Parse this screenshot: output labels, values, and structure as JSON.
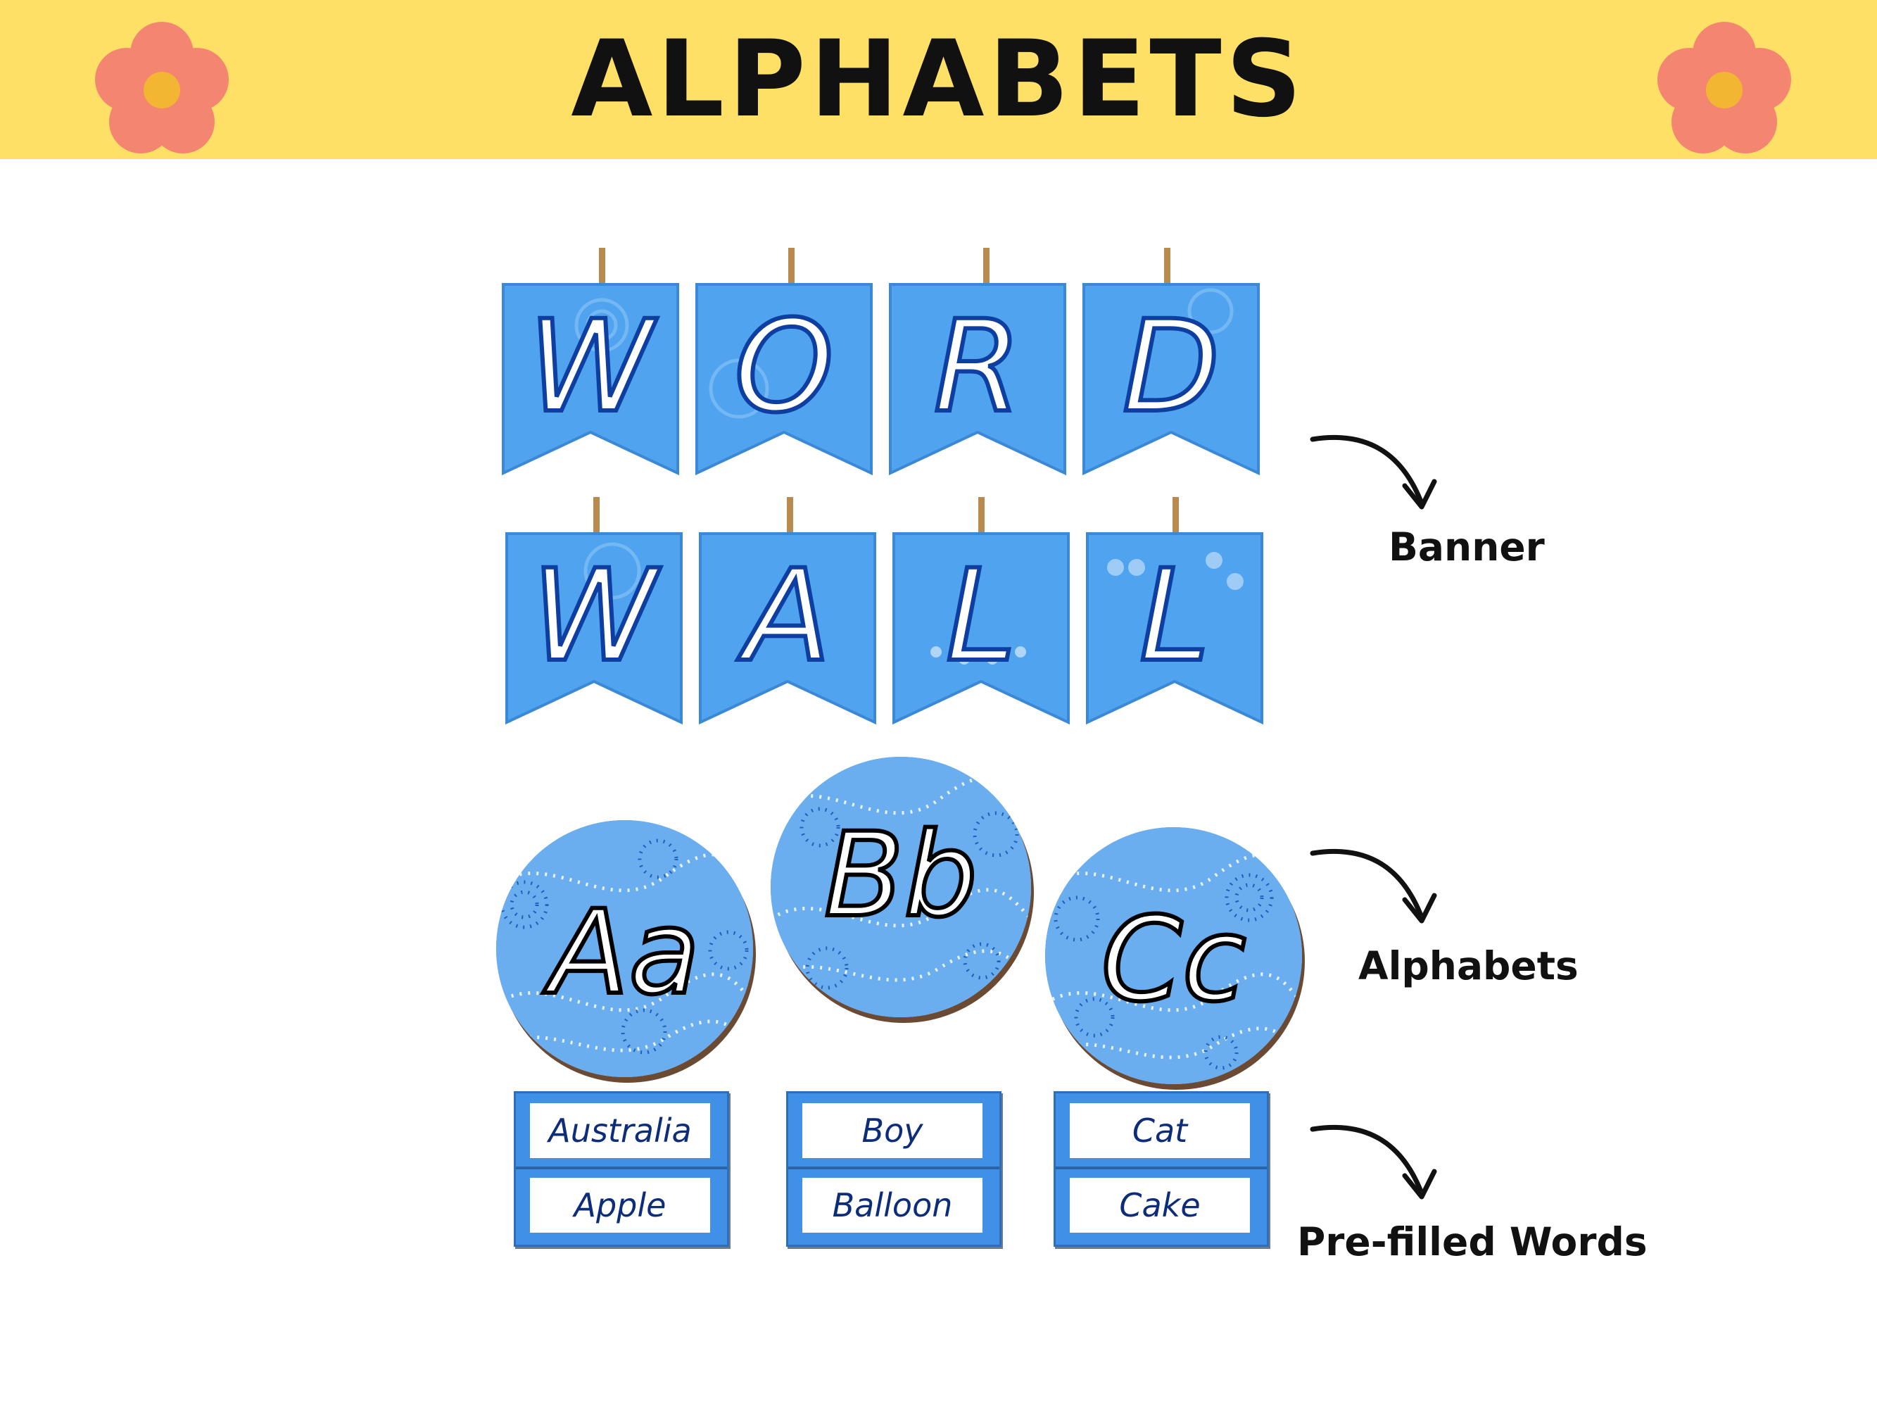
{
  "header": {
    "title": "ALPHABETS"
  },
  "banner": {
    "row1": [
      "W",
      "O",
      "R",
      "D"
    ],
    "row2": [
      "W",
      "A",
      "L",
      "L"
    ]
  },
  "alphabets": [
    "Aa",
    "Bb",
    "Cc"
  ],
  "words": [
    {
      "top": "Australia",
      "bottom": "Apple"
    },
    {
      "top": "Boy",
      "bottom": "Balloon"
    },
    {
      "top": "Cat",
      "bottom": "Cake"
    }
  ],
  "labels": {
    "banner": "Banner",
    "alphabets": "Alphabets",
    "prefilled": "Pre-filled Words"
  },
  "colors": {
    "header_bg": "#ffe066",
    "pennant_blue": "#4fa3ef",
    "letter_outline": "#0d3ea0",
    "flower_petal": "#f47f73",
    "flower_center": "#f2b632"
  }
}
